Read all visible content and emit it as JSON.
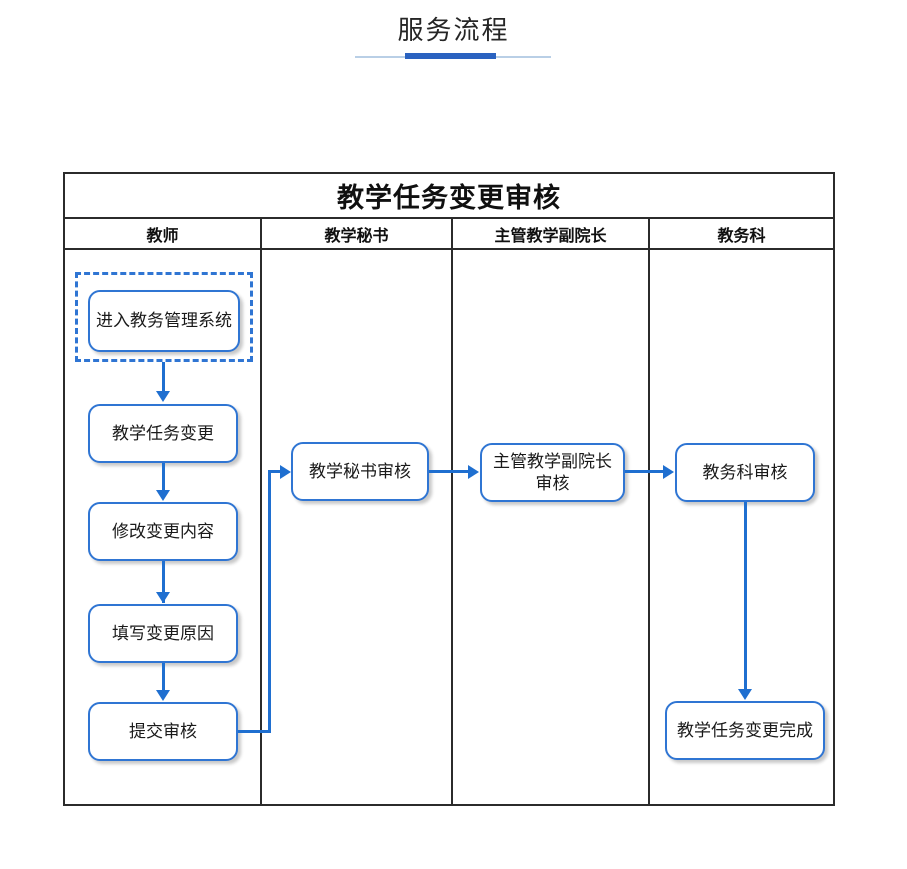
{
  "page": {
    "title": "服务流程",
    "accent_color": "#2a62c0",
    "rule_color": "#b9cfe6"
  },
  "flowchart": {
    "title": "教学任务变更审核",
    "node_border_color": "#2f75d3",
    "connector_color": "#1f6fd0",
    "table_border_color": "#2b2b2b",
    "lanes": [
      {
        "label": "教师"
      },
      {
        "label": "教学秘书"
      },
      {
        "label": "主管教学副院长"
      },
      {
        "label": "教务科"
      }
    ],
    "nodes": [
      {
        "id": "n1",
        "lane": 0,
        "label": "进入教务管理系统",
        "selected": true
      },
      {
        "id": "n2",
        "lane": 0,
        "label": "教学任务变更",
        "selected": false
      },
      {
        "id": "n3",
        "lane": 0,
        "label": "修改变更内容",
        "selected": false
      },
      {
        "id": "n4",
        "lane": 0,
        "label": "填写变更原因",
        "selected": false
      },
      {
        "id": "n5",
        "lane": 0,
        "label": "提交审核",
        "selected": false
      },
      {
        "id": "n6",
        "lane": 1,
        "label": "教学秘书审核",
        "selected": false
      },
      {
        "id": "n7",
        "lane": 2,
        "label": "主管教学副院长\n审核",
        "selected": false
      },
      {
        "id": "n8",
        "lane": 3,
        "label": "教务科审核",
        "selected": false
      },
      {
        "id": "n9",
        "lane": 3,
        "label": "教学任务变更完成",
        "selected": false
      }
    ],
    "edges": [
      {
        "from": "n1",
        "to": "n2",
        "direction": "down"
      },
      {
        "from": "n2",
        "to": "n3",
        "direction": "down"
      },
      {
        "from": "n3",
        "to": "n4",
        "direction": "down"
      },
      {
        "from": "n4",
        "to": "n5",
        "direction": "down"
      },
      {
        "from": "n5",
        "to": "n6",
        "direction": "right-up"
      },
      {
        "from": "n6",
        "to": "n7",
        "direction": "right"
      },
      {
        "from": "n7",
        "to": "n8",
        "direction": "right"
      },
      {
        "from": "n8",
        "to": "n9",
        "direction": "down"
      }
    ]
  }
}
